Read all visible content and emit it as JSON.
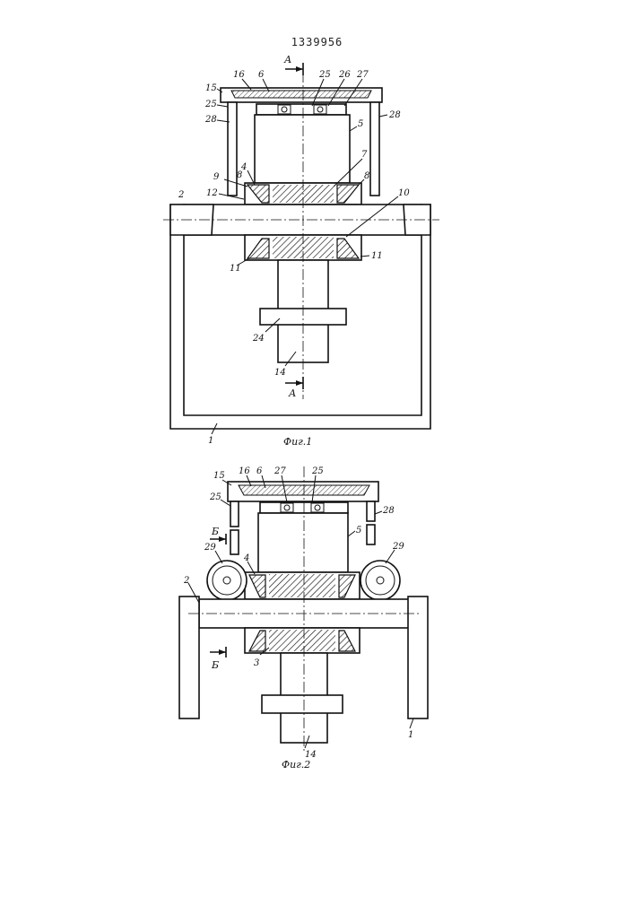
{
  "document": {
    "patent_number": "1339956"
  },
  "fig1": {
    "caption": "Фиг.1",
    "section_top": "А",
    "section_bottom": "А",
    "labels": {
      "l16": "16",
      "l6": "6",
      "l25a": "25",
      "l26": "26",
      "l27": "27",
      "l15": "15",
      "l25b": "25",
      "l28a": "28",
      "l28b": "28",
      "l5": "5",
      "l4": "4",
      "l7": "7",
      "l9": "9",
      "l8a": "8",
      "l8b": "8",
      "l12": "12",
      "l2": "2",
      "l10": "10",
      "l11a": "11",
      "l11b": "11",
      "l24": "24",
      "l14": "14",
      "l1": "1"
    }
  },
  "fig2": {
    "caption": "Фиг.2",
    "section_b1": "Б",
    "section_b2": "Б",
    "labels": {
      "l15": "15",
      "l16": "16",
      "l6": "6",
      "l27": "27",
      "l25a": "25",
      "l25b": "25",
      "l28": "28",
      "l5": "5",
      "l29a": "29",
      "l29b": "29",
      "l4": "4",
      "l2": "2",
      "l3": "3",
      "l14": "14",
      "l1": "1"
    }
  }
}
